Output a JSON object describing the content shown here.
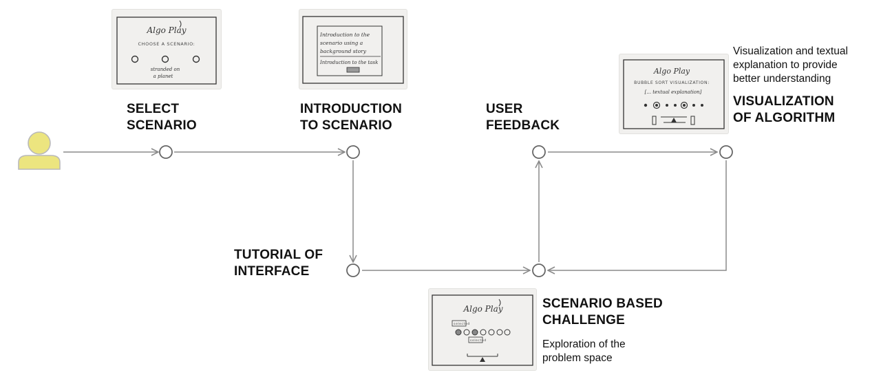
{
  "diagram": {
    "steps": {
      "select_scenario": {
        "label": "SELECT\nSCENARIO"
      },
      "intro_scenario": {
        "label": "INTRODUCTION\nTO SCENARIO"
      },
      "user_feedback": {
        "label": "USER\nFEEDBACK"
      },
      "visualization": {
        "label": "VISUALIZATION\nOF ALGORITHM",
        "description": "Visualization and textual\nexplanation to provide\nbetter understanding"
      },
      "tutorial": {
        "label": "TUTORIAL OF\nINTERFACE"
      },
      "challenge": {
        "label": "SCENARIO BASED\nCHALLENGE",
        "description": "Exploration of the\nproblem space"
      }
    },
    "sketches": {
      "select_scenario": {
        "title": "Algo Play",
        "subtitle": "CHOOSE A SCENARIO:",
        "note_line1": "stranded on",
        "note_line2": "a planet"
      },
      "intro_scenario": {
        "line1": "Introduction to the",
        "line2": "scenario using a",
        "line3": "background story",
        "line4": "Introduction to the task"
      },
      "visualization": {
        "title": "Algo Play",
        "subtitle": "BUBBLE SORT VISUALIZATION:",
        "note": "[... textual explanation]"
      },
      "challenge": {
        "title": "Algo Play",
        "tag1": "selected",
        "tag2": "selected"
      }
    },
    "colors": {
      "user_fill": "#ece57f",
      "user_stroke": "#b9b9b9",
      "line": "#8a8a8a",
      "node_stroke": "#666666"
    }
  }
}
